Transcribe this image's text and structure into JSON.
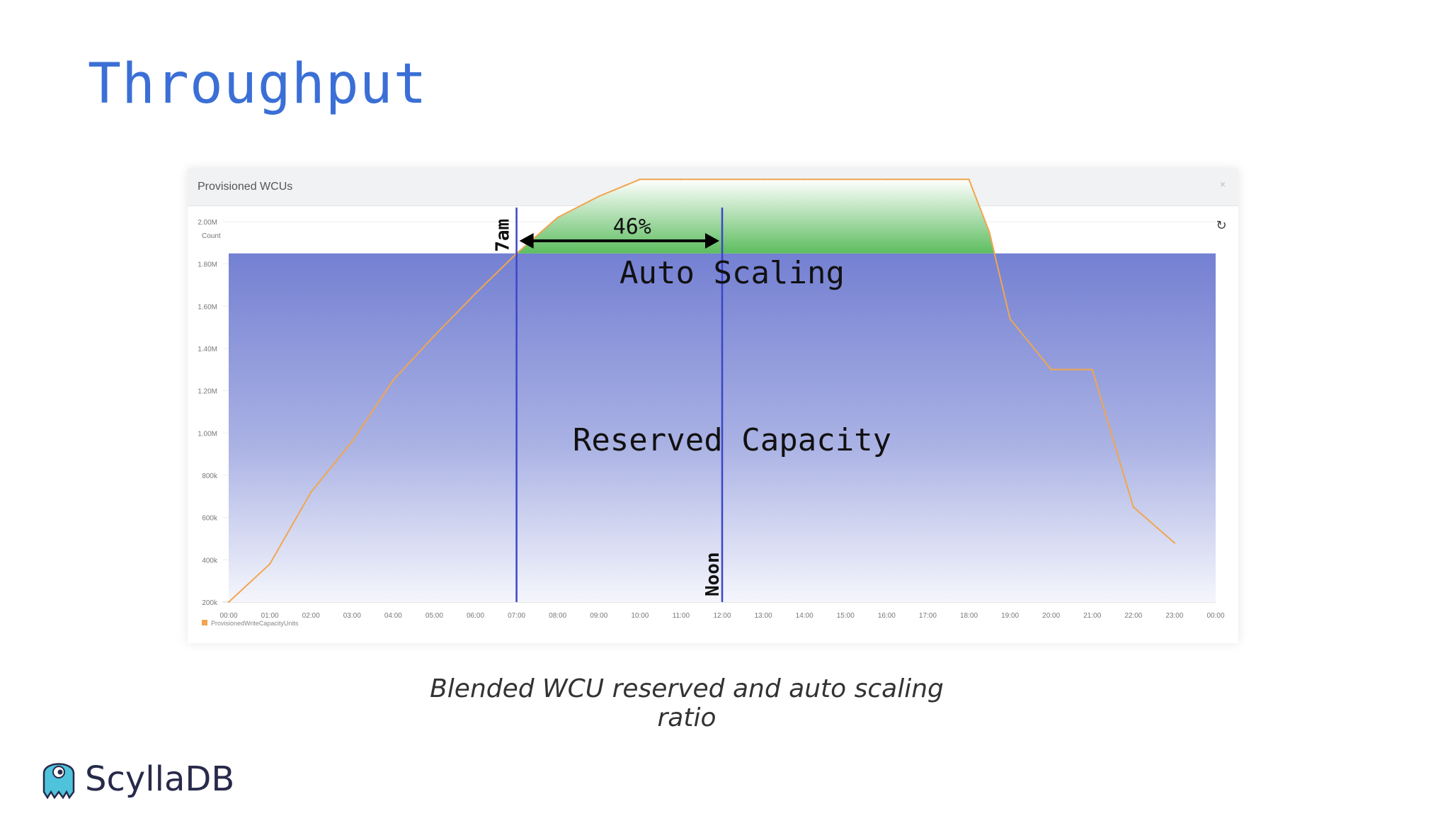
{
  "slide": {
    "title": "Throughput",
    "caption": "Blended WCU reserved and auto scaling ratio"
  },
  "brand": {
    "name": "ScyllaDB",
    "color": "#282a4a",
    "icon": "scylla-monster-icon"
  },
  "panel": {
    "title": "Provisioned WCUs",
    "close_icon": "close-icon",
    "refresh_icon": "refresh-icon"
  },
  "chart_data": {
    "type": "line",
    "title": "Provisioned WCUs",
    "ylabel": "Count",
    "x_ticks": [
      "00:00",
      "01:00",
      "02:00",
      "03:00",
      "04:00",
      "05:00",
      "06:00",
      "07:00",
      "08:00",
      "09:00",
      "10:00",
      "11:00",
      "12:00",
      "13:00",
      "14:00",
      "15:00",
      "16:00",
      "17:00",
      "18:00",
      "19:00",
      "20:00",
      "21:00",
      "22:00",
      "23:00",
      "00:00"
    ],
    "y_ticks": [
      "200k",
      "400k",
      "600k",
      "800k",
      "1.00M",
      "1.20M",
      "1.40M",
      "1.60M",
      "1.80M",
      "2.00M"
    ],
    "y_tick_values": [
      200000,
      400000,
      600000,
      800000,
      1000000,
      1200000,
      1400000,
      1600000,
      1800000,
      2000000
    ],
    "ylim": [
      200000,
      2000000
    ],
    "grid": true,
    "legend": "bottom-left",
    "series": [
      {
        "name": "ProvisionedWriteCapacityUnits",
        "color": "#f0a64e",
        "x": [
          0,
          1,
          2,
          3,
          4,
          5,
          6,
          7,
          8,
          9,
          10,
          11,
          12,
          13,
          14,
          15,
          16,
          17,
          18,
          18.5,
          19,
          20,
          21,
          22,
          23
        ],
        "values": [
          200000,
          380000,
          720000,
          960000,
          1250000,
          1460000,
          1660000,
          1850000,
          2020000,
          2120000,
          2200000,
          2200000,
          2200000,
          2200000,
          2200000,
          2200000,
          2200000,
          2200000,
          2200000,
          1950000,
          1540000,
          1300000,
          1300000,
          650000,
          480000
        ]
      }
    ],
    "reserved_capacity_level": 1850000,
    "markers": [
      {
        "label": "7am",
        "x": 7
      },
      {
        "label": "Noon",
        "x": 12
      }
    ],
    "annotations": {
      "span_label": "46%",
      "auto_scaling_label": "Auto Scaling",
      "reserved_label": "Reserved Capacity"
    },
    "colors": {
      "reserved_fill": "#7f8ed6",
      "auto_scaling_fill": "#6cc070",
      "marker_line": "#3b46c8",
      "line": "#f0a64e"
    }
  }
}
